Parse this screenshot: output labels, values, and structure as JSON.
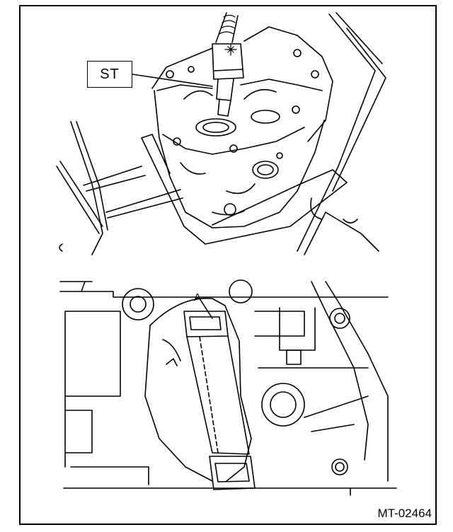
{
  "labels": {
    "special_tool": "ST",
    "callout_a": "A"
  },
  "figure_code": "MT-02464",
  "colors": {
    "ink": "#000000",
    "paper": "#ffffff"
  }
}
